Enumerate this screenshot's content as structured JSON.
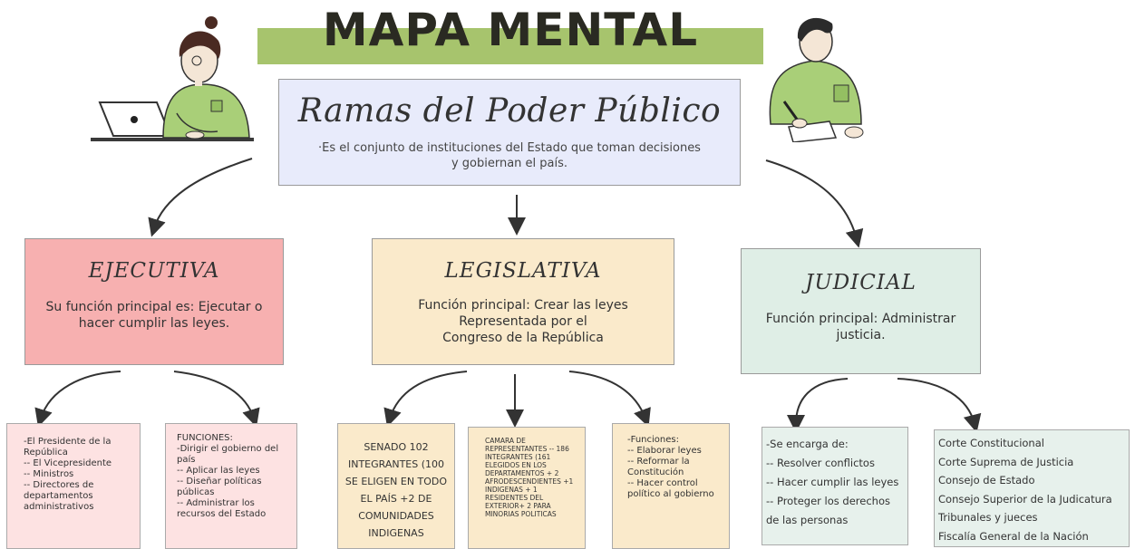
{
  "header": {
    "title": "MAPA MENTAL"
  },
  "main": {
    "title": "Ramas del Poder Público",
    "description": "·Es el conjunto de instituciones del Estado que toman decisiones y gobiernan el país."
  },
  "branches": {
    "ejecutiva": {
      "title": "EJECUTIVA",
      "description": "Su función principal es: Ejecutar o hacer cumplir las leyes.",
      "leaf1": [
        "-El Presidente de la República",
        "-- El Vicepresidente",
        "-- Ministros",
        "-- Directores de departamentos administrativos"
      ],
      "leaf2": [
        "FUNCIONES:",
        "-Dirigir el gobierno del país",
        "-- Aplicar las leyes",
        "-- Diseñar políticas públicas",
        "-- Administrar los recursos del Estado"
      ]
    },
    "legislativa": {
      "title": "LEGISLATIVA",
      "description1": "Función principal: Crear las leyes",
      "description2": "Representada por el Congreso de la República",
      "leaf1": "SENADO 102 INTEGRANTES (100 SE ELIGEN EN TODO EL PAÍS +2 DE COMUNIDADES INDIGENAS",
      "leaf2": "CAMARA DE REPRESENTANTES -- 186 INTEGRANTES (161 ELEGIDOS EN LOS DEPARTAMENTOS + 2 AFRODESCENDIENTES +1 INDIGENAS + 1 RESIDENTES DEL EXTERIOR+ 2 PARA MINORIAS POLITICAS",
      "leaf3": [
        "-Funciones:",
        "-- Elaborar leyes",
        "-- Reformar la Constitución",
        "-- Hacer control político al gobierno"
      ]
    },
    "judicial": {
      "title": "JUDICIAL",
      "description": "Función principal: Administrar justicia.",
      "leaf1": [
        "-Se encarga de:",
        "-- Resolver conflictos",
        "-- Hacer cumplir las leyes",
        "-- Proteger los derechos de las personas"
      ],
      "leaf2": [
        "Corte Constitucional",
        "Corte Suprema de Justicia",
        "Consejo de Estado",
        "Consejo Superior de la Judicatura",
        "Tribunales y jueces",
        "Fiscalía General de la Nación"
      ]
    }
  },
  "colors": {
    "title_bar": "#a7c46d",
    "main_box": "#e8ebfb",
    "ejecutiva": "#f7b0b0",
    "legislativa": "#faeacb",
    "judicial": "#dfeee6"
  }
}
